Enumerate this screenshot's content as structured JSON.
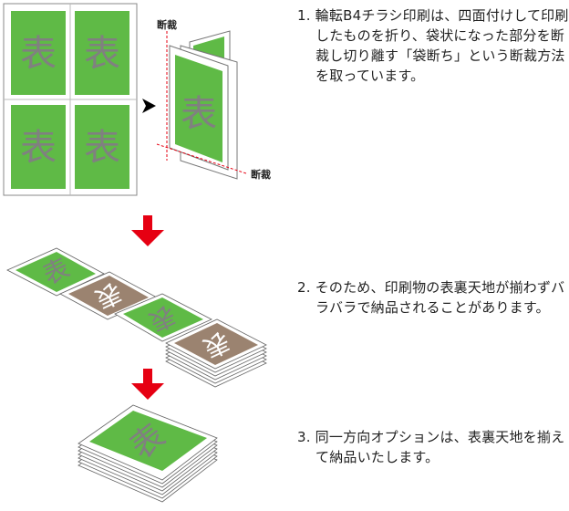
{
  "sheet_label": "表",
  "cut_label": "断裁",
  "colors": {
    "green": "#5fba46",
    "brown": "#9b8370",
    "arrow_red": "#e60012",
    "glyph_gray": "#808080",
    "cut_red": "#e60012",
    "frame": "#666666"
  },
  "steps": [
    {
      "text": "1. 輪転B4チラシ印刷は、四面付けして印刷したものを折り、袋状になった部分を断裁し切り離す「袋断ち」という断裁方法を取っています。"
    },
    {
      "text": "2. そのため、印刷物の表裏天地が揃わずバラバラで納品されることがあります。"
    },
    {
      "text": "3. 同一方向オプションは、表裏天地を揃えて納品いたします。"
    }
  ]
}
